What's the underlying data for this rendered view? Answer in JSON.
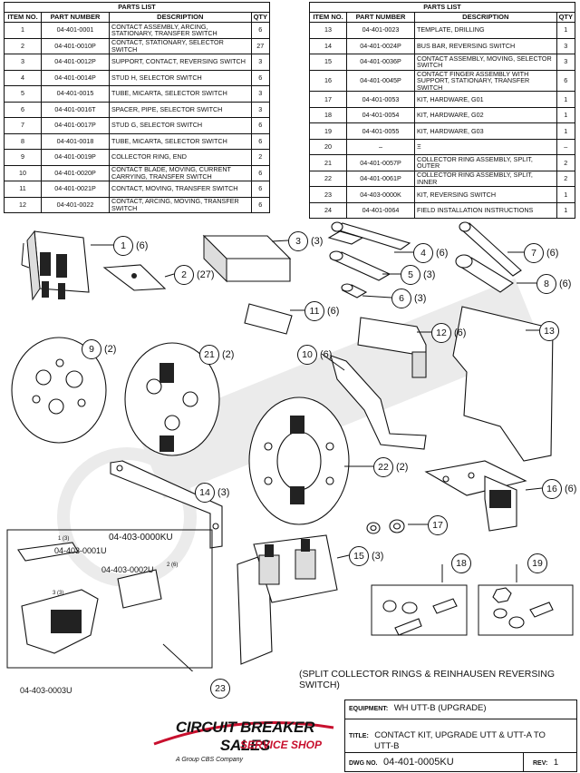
{
  "parts_list": {
    "title": "PARTS LIST",
    "headers": {
      "item": "ITEM NO.",
      "part": "PART NUMBER",
      "desc": "DESCRIPTION",
      "qty": "QTY"
    },
    "left": [
      {
        "item": "1",
        "part": "04-401-0001",
        "desc": "CONTACT ASSEMBLY, ARCING, STATIONARY, TRANSFER SWITCH",
        "qty": "6"
      },
      {
        "item": "2",
        "part": "04-401-0010P",
        "desc": "CONTACT, STATIONARY, SELECTOR SWITCH",
        "qty": "27"
      },
      {
        "item": "3",
        "part": "04-401-0012P",
        "desc": "SUPPORT, CONTACT, REVERSING SWITCH",
        "qty": "3"
      },
      {
        "item": "4",
        "part": "04-401-0014P",
        "desc": "STUD H, SELECTOR SWITCH",
        "qty": "6"
      },
      {
        "item": "5",
        "part": "04-401-0015",
        "desc": "TUBE, MICARTA, SELECTOR SWITCH",
        "qty": "3"
      },
      {
        "item": "6",
        "part": "04-401-0016T",
        "desc": "SPACER, PIPE, SELECTOR SWITCH",
        "qty": "3"
      },
      {
        "item": "7",
        "part": "04-401-0017P",
        "desc": "STUD G, SELECTOR SWITCH",
        "qty": "6"
      },
      {
        "item": "8",
        "part": "04-401-0018",
        "desc": "TUBE, MICARTA, SELECTOR SWITCH",
        "qty": "6"
      },
      {
        "item": "9",
        "part": "04-401-0019P",
        "desc": "COLLECTOR RING, END",
        "qty": "2"
      },
      {
        "item": "10",
        "part": "04-401-0020P",
        "desc": "CONTACT BLADE, MOVING, CURRENT CARRYING, TRANSFER SWITCH",
        "qty": "6"
      },
      {
        "item": "11",
        "part": "04-401-0021P",
        "desc": "CONTACT, MOVING, TRANSFER SWITCH",
        "qty": "6"
      },
      {
        "item": "12",
        "part": "04-401-0022",
        "desc": "CONTACT, ARCING, MOVING, TRANSFER SWITCH",
        "qty": "6"
      }
    ],
    "right": [
      {
        "item": "13",
        "part": "04-401-0023",
        "desc": "TEMPLATE, DRILLING",
        "qty": "1"
      },
      {
        "item": "14",
        "part": "04-401-0024P",
        "desc": "BUS BAR, REVERSING SWITCH",
        "qty": "3"
      },
      {
        "item": "15",
        "part": "04-401-0036P",
        "desc": "CONTACT ASSEMBLY, MOVING, SELECTOR SWITCH",
        "qty": "3"
      },
      {
        "item": "16",
        "part": "04-401-0045P",
        "desc": "CONTACT FINGER ASSEMBLY WITH SUPPORT, STATIONARY, TRANSFER SWITCH",
        "qty": "6"
      },
      {
        "item": "17",
        "part": "04-401-0053",
        "desc": "KIT, HARDWARE, G01",
        "qty": "1"
      },
      {
        "item": "18",
        "part": "04-401-0054",
        "desc": "KIT, HARDWARE, G02",
        "qty": "1"
      },
      {
        "item": "19",
        "part": "04-401-0055",
        "desc": "KIT, HARDWARE, G03",
        "qty": "1"
      },
      {
        "item": "20",
        "part": "–",
        "desc": "Ξ",
        "qty": "–"
      },
      {
        "item": "21",
        "part": "04-401-0057P",
        "desc": "COLLECTOR RING ASSEMBLY, SPLIT, OUTER",
        "qty": "2"
      },
      {
        "item": "22",
        "part": "04-401-0061P",
        "desc": "COLLECTOR RING ASSEMBLY, SPLIT, INNER",
        "qty": "2"
      },
      {
        "item": "23",
        "part": "04-403-0000K",
        "desc": "KIT, REVERSING SWITCH",
        "qty": "1"
      },
      {
        "item": "24",
        "part": "04-401-0064",
        "desc": "FIELD INSTALLATION INSTRUCTIONS",
        "qty": "1"
      }
    ]
  },
  "callouts": [
    {
      "num": "1",
      "qty": "(6)"
    },
    {
      "num": "2",
      "qty": "(27)"
    },
    {
      "num": "3",
      "qty": "(3)"
    },
    {
      "num": "4",
      "qty": "(6)"
    },
    {
      "num": "5",
      "qty": "(3)"
    },
    {
      "num": "6",
      "qty": "(3)"
    },
    {
      "num": "7",
      "qty": "(6)"
    },
    {
      "num": "8",
      "qty": "(6)"
    },
    {
      "num": "9",
      "qty": "(2)"
    },
    {
      "num": "10",
      "qty": "(6)"
    },
    {
      "num": "11",
      "qty": "(6)"
    },
    {
      "num": "12",
      "qty": "(6)"
    },
    {
      "num": "13",
      "qty": ""
    },
    {
      "num": "14",
      "qty": "(3)"
    },
    {
      "num": "15",
      "qty": "(3)"
    },
    {
      "num": "16",
      "qty": "(6)"
    },
    {
      "num": "17",
      "qty": ""
    },
    {
      "num": "18",
      "qty": ""
    },
    {
      "num": "19",
      "qty": ""
    },
    {
      "num": "21",
      "qty": "(2)"
    },
    {
      "num": "22",
      "qty": "(2)"
    },
    {
      "num": "23",
      "qty": ""
    }
  ],
  "inset": {
    "kit": "04-403-0000KU",
    "p1": "04-403-0001U",
    "p1n": "1",
    "p1q": "(3)",
    "p2": "04-403-0002U",
    "p2n": "2",
    "p2q": "(6)",
    "p3": "04-403-0003U",
    "p3n": "3",
    "p3q": "(3)"
  },
  "note": "(SPLIT COLLECTOR RINGS & REINHAUSEN REVERSING SWITCH)",
  "title_block": {
    "equipment_label": "EQUIPMENT:",
    "equipment": "WH UTT-B (UPGRADE)",
    "title_label": "TITLE:",
    "title_line1": "CONTACT KIT, UPGRADE UTT & UTT-A TO",
    "title_line2": "UTT-B",
    "dwg_label": "DWG NO.",
    "dwg": "04-401-0005KU",
    "rev_label": "REV:",
    "rev": "1"
  },
  "logo": {
    "name": "CIRCUIT BREAKER SALES",
    "sub": "SERVICE SHOP",
    "tag": "A Group CBS Company"
  },
  "colors": {
    "brand_red": "#c8102e",
    "line": "#111111"
  }
}
